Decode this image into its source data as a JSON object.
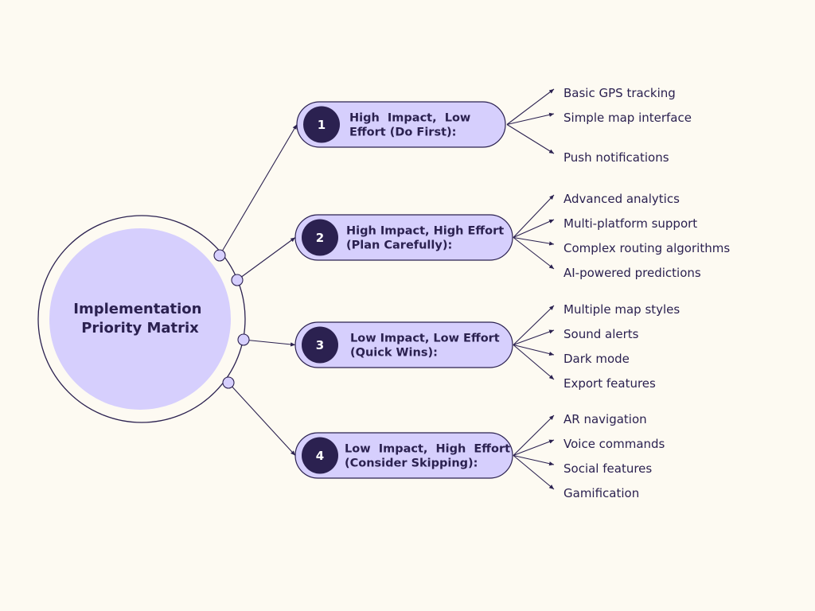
{
  "title_lines": [
    "Implementation",
    "Priority Matrix"
  ],
  "colors": {
    "background": "#fdfaf2",
    "node_fill": "#d6cffd",
    "stroke": "#2b2150",
    "badge": "#2b2150",
    "text": "#2b2150"
  },
  "categories": [
    {
      "number": "1",
      "label_lines": [
        "High  Impact,  Low",
        "Effort (Do First):"
      ],
      "items": [
        "Basic GPS tracking",
        "Simple map interface",
        "Push notifications"
      ]
    },
    {
      "number": "2",
      "label_lines": [
        "High Impact, High Effort",
        "(Plan Carefully):"
      ],
      "items": [
        "Advanced analytics",
        "Multi-platform support",
        "Complex routing algorithms",
        "AI-powered predictions"
      ]
    },
    {
      "number": "3",
      "label_lines": [
        "Low Impact, Low Effort",
        "(Quick Wins):"
      ],
      "items": [
        "Multiple map styles",
        "Sound alerts",
        "Dark mode",
        "Export features"
      ]
    },
    {
      "number": "4",
      "label_lines": [
        "Low  Impact,  High  Effort",
        "(Consider Skipping):"
      ],
      "items": [
        "AR navigation",
        "Voice commands",
        "Social features",
        "Gamification"
      ]
    }
  ]
}
